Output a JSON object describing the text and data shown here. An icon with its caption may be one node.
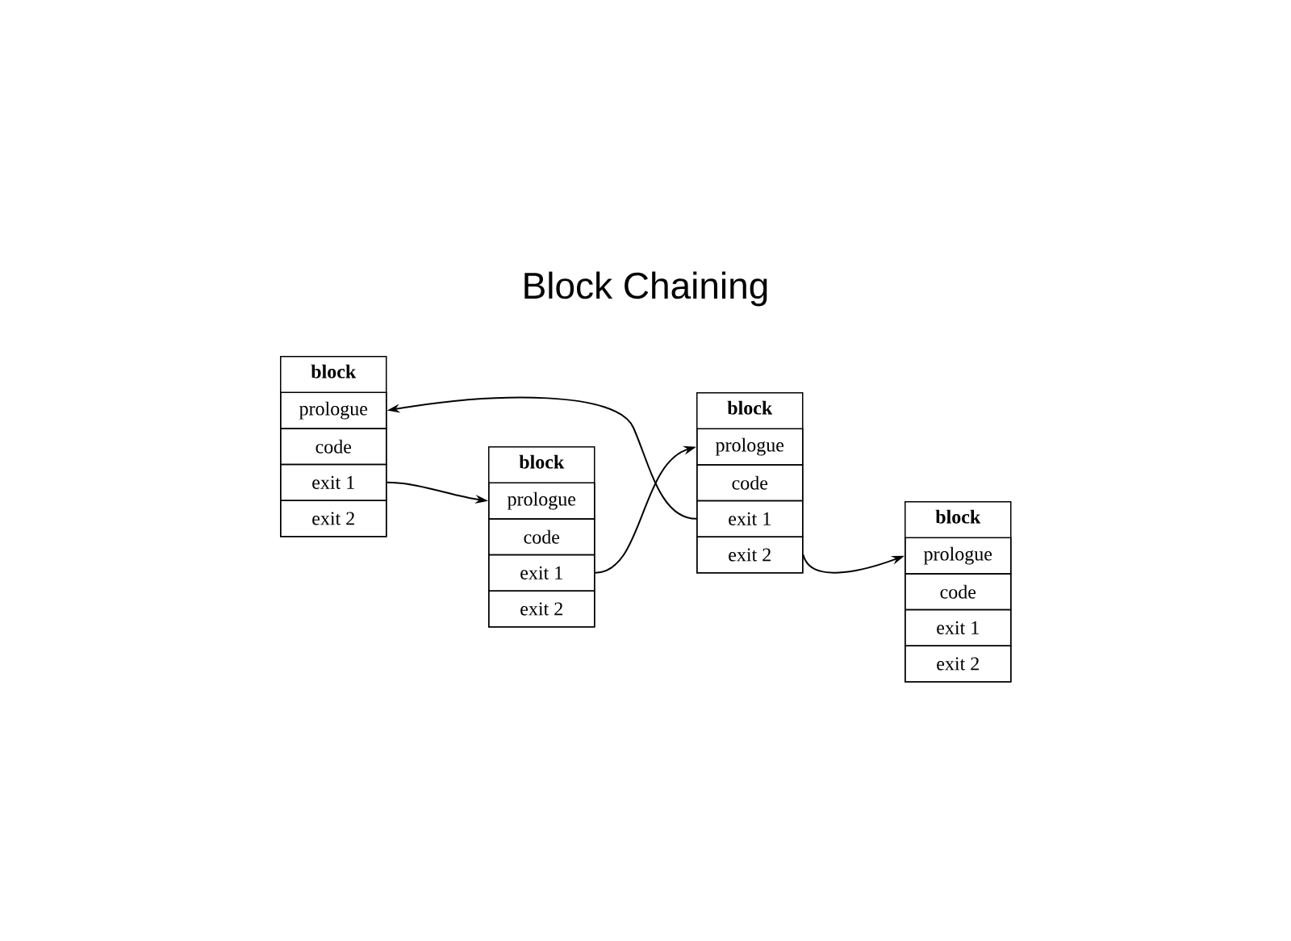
{
  "diagram": {
    "title": "Block Chaining",
    "nodes": [
      {
        "text": [
          "block"
        ]
      },
      {
        "text": [
          "prologue"
        ],
        "in": 0
      },
      {
        "text": [
          "code"
        ],
        "in": 0
      },
      {
        "text": [
          "exit 1"
        ],
        "in": 0
      },
      {
        "text": [
          "exit 2"
        ],
        "in": 0
      },
      {
        "text": [
          "block"
        ]
      },
      {
        "text": [
          "prologue"
        ],
        "in": 5
      },
      {
        "text": [
          "code"
        ],
        "in": 5
      },
      {
        "text": [
          "exit 1"
        ],
        "in": 5
      },
      {
        "text": [
          "exit 2"
        ],
        "in": 5
      },
      {
        "text": [
          "block"
        ]
      },
      {
        "text": [
          "prologue"
        ],
        "in": 10
      },
      {
        "text": [
          "code"
        ],
        "in": 10
      },
      {
        "text": [
          "exit 1"
        ],
        "in": 10
      },
      {
        "text": [
          "exit 2"
        ],
        "in": 10
      },
      {
        "text": [
          "block"
        ]
      },
      {
        "text": [
          "prologue"
        ],
        "in": 15
      },
      {
        "text": [
          "code"
        ],
        "in": 15
      },
      {
        "text": [
          "exit 1"
        ],
        "in": 15
      },
      {
        "text": [
          "exit 2"
        ],
        "in": 15
      }
    ],
    "edges": [
      {
        "from": 3,
        "to": 6,
        "arrow": "to"
      },
      {
        "from": 8,
        "to": 11,
        "arrow": "to"
      },
      {
        "from": 13,
        "to": 1,
        "arrow": "to"
      },
      {
        "from": 14,
        "to": 16,
        "arrow": "to"
      }
    ]
  }
}
